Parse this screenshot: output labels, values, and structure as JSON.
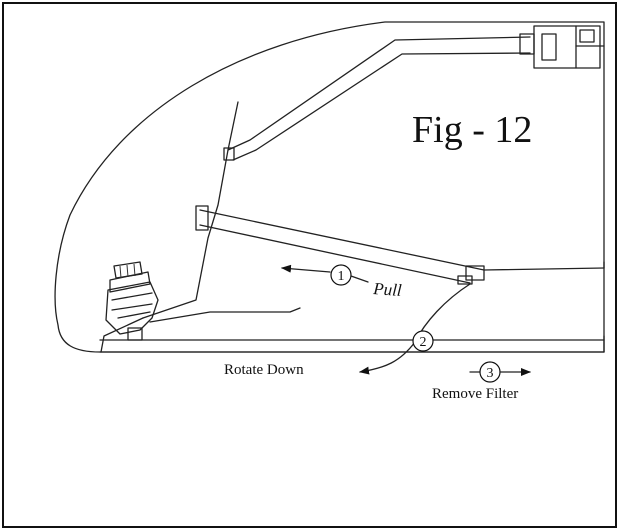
{
  "figure": {
    "title": "Fig - 12",
    "steps": [
      {
        "number": "1",
        "label": "Pull"
      },
      {
        "number": "2",
        "label": "Rotate Down"
      },
      {
        "number": "3",
        "label": "Remove Filter"
      }
    ]
  }
}
